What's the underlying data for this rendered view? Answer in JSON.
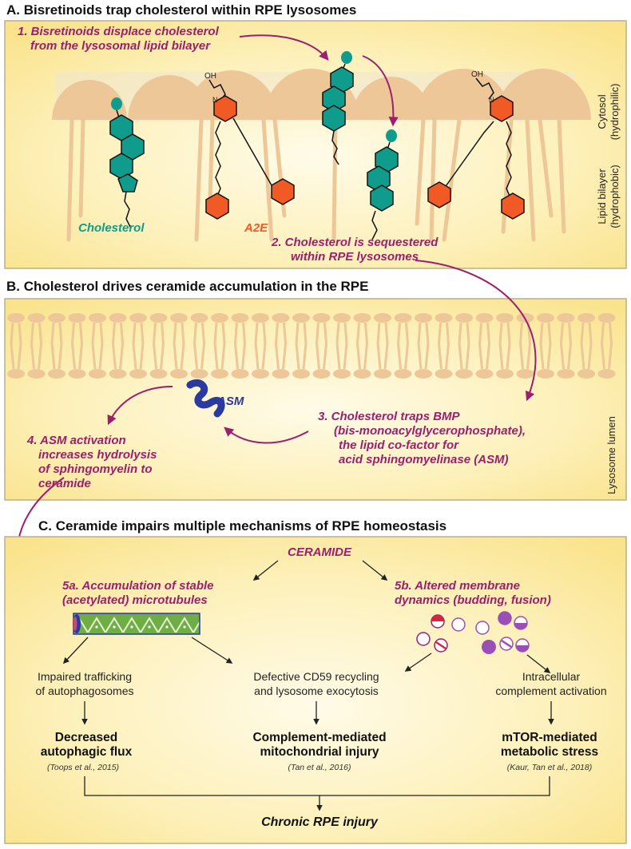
{
  "panel_a": {
    "title": "A. Bisretinoids trap cholesterol within RPE lysosomes",
    "step1_line1": "1. Bisretinoids displace cholesterol",
    "step1_line2": "from the lysosomal lipid bilayer",
    "cholesterol_label": "Cholesterol",
    "a2e_label": "A2E",
    "step2_line1": "2. Cholesterol is sequestered",
    "step2_line2": "within RPE lysosomes",
    "cytosol_line1": "Cytosol",
    "cytosol_line2": "(hydrophilic)",
    "bilayer_line1": "Lipid bilayer",
    "bilayer_line2": "(hydrophobic)",
    "oh_label": "OH",
    "n_label": "N"
  },
  "panel_b": {
    "title": "B. Cholesterol drives ceramide accumulation in the RPE",
    "asm_label": "ASM",
    "step3_line1": "3. Cholesterol traps BMP",
    "step3_line2": "(bis-monoacylglycerophosphate),",
    "step3_line3": "the lipid co-factor for",
    "step3_line4": "acid sphingomyelinase (ASM)",
    "step4_line1": "4. ASM activation",
    "step4_line2": "increases hydrolysis",
    "step4_line3": "of sphingomyelin to",
    "step4_line4": "ceramide",
    "lumen_label": "Lysosome lumen"
  },
  "panel_c": {
    "title": "C. Ceramide impairs multiple mechanisms of RPE homeostasis",
    "ceramide": "CERAMIDE",
    "s5a_line1": "5a. Accumulation of stable",
    "s5a_line2": "(acetylated) microtubules",
    "s5b_line1": "5b. Altered membrane",
    "s5b_line2": "dynamics (budding, fusion)",
    "left_line1": "Impaired trafficking",
    "left_line2": "of autophagosomes",
    "mid_line1": "Defective CD59 recycling",
    "mid_line2": "and lysosome exocytosis",
    "right_line1": "Intracellular",
    "right_line2": "complement activation",
    "out1_line1": "Decreased",
    "out1_line2": "autophagic flux",
    "cite1": "(Toops et al., 2015)",
    "out2_line1": "Complement-mediated",
    "out2_line2": "mitochondrial injury",
    "cite2": "(Tan et al., 2016)",
    "out3_line1": "mTOR-mediated",
    "out3_line2": "metabolic stress",
    "cite3": "(Kaur, Tan et al., 2018)",
    "final": "Chronic RPE injury"
  },
  "colors": {
    "magenta": "#9b1f6e",
    "teal": "#0f9c8c",
    "orange": "#f15a24",
    "lipid": "#edc798",
    "panel_border": "#b9b08a",
    "panel_bg": "#fbe99a",
    "asm_blue": "#2b3aa0",
    "vesicle_purple": "#9a4fb6"
  }
}
